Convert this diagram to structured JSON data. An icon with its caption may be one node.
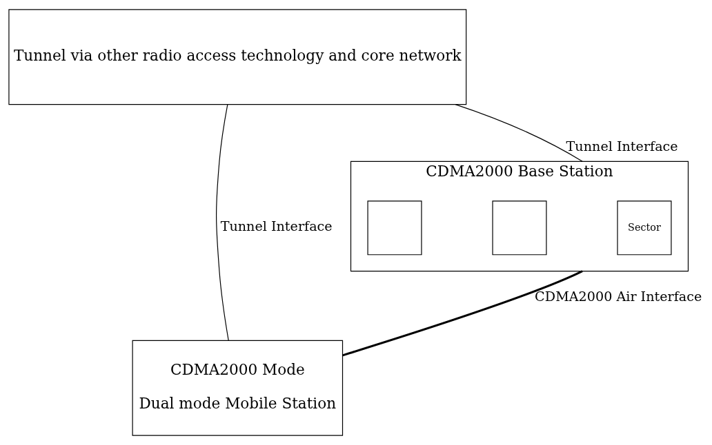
{
  "diagram": {
    "nodes": [
      {
        "text": [
          "Tunnel via other radio access technology and core network"
        ]
      },
      {
        "text": [
          "CDMA2000 Mode",
          "Dual mode Mobile Station"
        ]
      },
      {
        "text": [
          "CDMA2000 Base Station"
        ]
      },
      {
        "text": [
          "Sector"
        ],
        "in": 2
      },
      {
        "text": [],
        "shape": "box",
        "in": 2
      },
      {
        "text": [],
        "shape": "box",
        "in": 2
      }
    ],
    "edges": [
      {
        "from": 1,
        "to": 0,
        "arrow": "none",
        "label": "Tunnel Interface"
      },
      {
        "from": 2,
        "to": 0,
        "arrow": "none",
        "label": "Tunnel Interface"
      },
      {
        "from": 1,
        "to": 2,
        "arrow": "none",
        "label": "CDMA2000 Air Interface",
        "style": "thick"
      }
    ]
  }
}
